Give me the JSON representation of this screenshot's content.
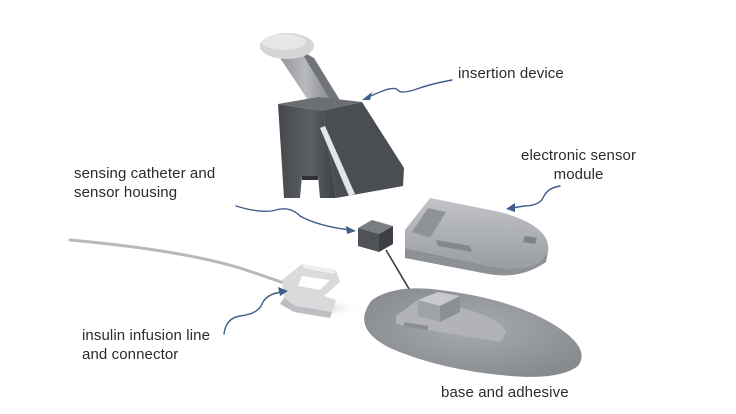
{
  "labels": {
    "insertion_device": "insertion device",
    "sensing_catheter_line1": "sensing catheter and",
    "sensing_catheter_line2": "sensor housing",
    "electronic_sensor_line1": "electronic sensor",
    "electronic_sensor_line2": "module",
    "insulin_line1": "insulin infusion line",
    "insulin_line2": "and connector",
    "base": "base and adhesive"
  },
  "colors": {
    "label_text": "#2b2b2b",
    "leader_line": "#3f5f8a",
    "insertion_device": "#56595e",
    "sensor_module": "#a9acb1",
    "sensor_housing": "#5a5d62",
    "connector": "#d9dadc",
    "base": "#9c9fa4",
    "tubing": "#b7b9bc"
  }
}
